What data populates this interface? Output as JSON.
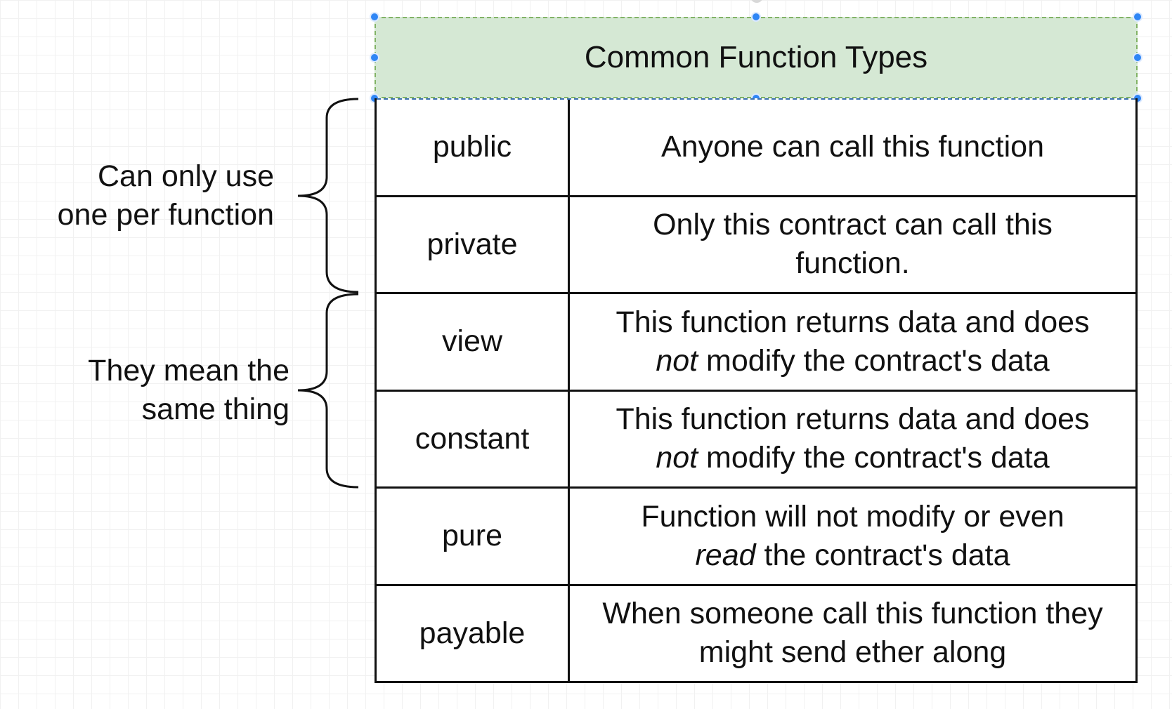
{
  "table": {
    "title": "Common Function Types",
    "rows": [
      {
        "name": "public",
        "desc": [
          "Anyone can call this function"
        ]
      },
      {
        "name": "private",
        "desc": [
          "Only this contract can call this",
          "function."
        ]
      },
      {
        "name": "view",
        "desc": [
          "This function returns data and does",
          "not|| modify the contract's data"
        ]
      },
      {
        "name": "constant",
        "desc": [
          "This function returns data and does",
          "not|| modify the contract's data"
        ]
      },
      {
        "name": "pure",
        "desc": [
          "Function will not modify or even",
          "read|| the contract's data"
        ]
      },
      {
        "name": "payable",
        "desc": [
          "When someone call this function they",
          "might send ether along"
        ]
      }
    ]
  },
  "annotations": {
    "group1": {
      "line1": "Can only use",
      "line2": "one per function"
    },
    "group2": {
      "line1": "They mean the",
      "line2": "same thing"
    }
  },
  "colors": {
    "header_fill": "#d5e8d4",
    "header_border": "#82b366",
    "selection_handle": "#2f86f5"
  }
}
